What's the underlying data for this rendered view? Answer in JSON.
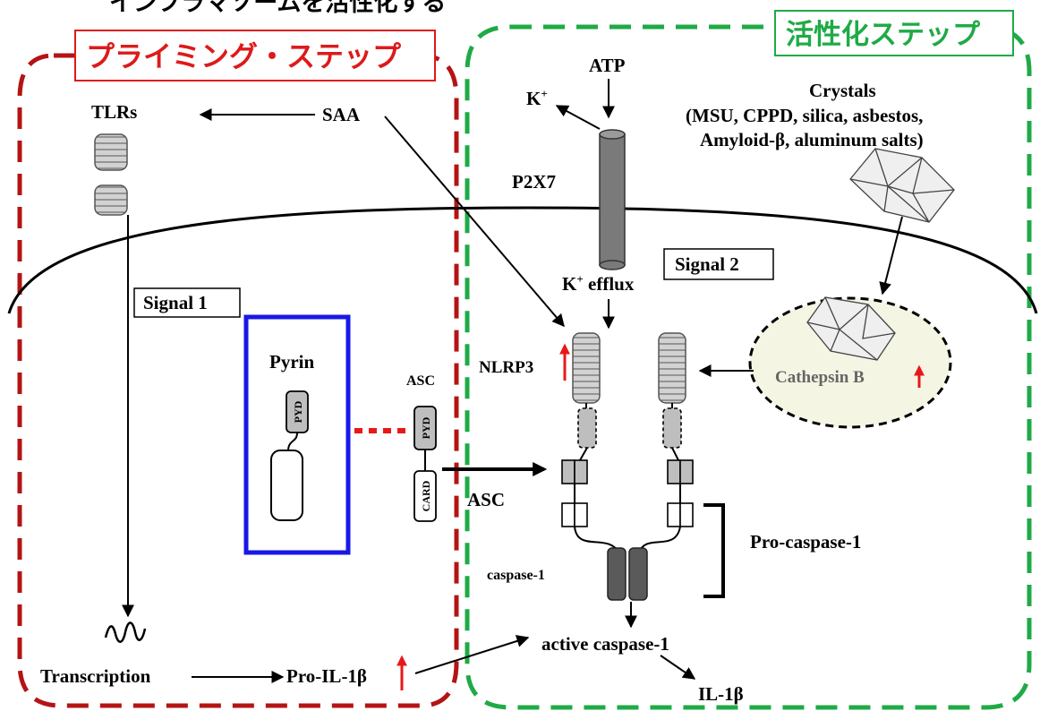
{
  "header": {
    "title_top": "インフラマソームを活性化する",
    "priming_step": "プライミング・ステップ",
    "activation_step": "活性化ステップ"
  },
  "labels": {
    "tlrs": "TLRs",
    "saa": "SAA",
    "atp": "ATP",
    "k": "K",
    "k_sup": "+",
    "k_efflux_k": "K",
    "k_efflux_sup": "+",
    "k_efflux_text": " efflux",
    "p2x7": "P2X7",
    "crystals_title": "Crystals",
    "crystals_line1": "(MSU, CPPD, silica, asbestos,",
    "crystals_line2": "Amyloid-β, aluminum salts)",
    "signal1": "Signal 1",
    "signal2": "Signal 2",
    "pyrin": "Pyrin",
    "pyd_pyrin": "PYD",
    "asc_small": "ASC",
    "pyd_asc": "PYD",
    "card_asc": "CARD",
    "nlrp3": "NLRP3",
    "cathepsin_b": "Cathepsin B",
    "asc_big": "ASC",
    "pro_caspase": "Pro-caspase-1",
    "caspase1": "caspase-1",
    "active_caspase": "active caspase-1",
    "il1b": "IL-1β",
    "transcription": "Transcription",
    "pro_il1b": "Pro-IL-1β"
  },
  "colors": {
    "priming_border": "#b41414",
    "activation_border": "#1faa46",
    "priming_title": "#dd1a1a",
    "activation_title": "#1faa46",
    "pyrin_box": "#1818e6",
    "pyrin_asc_link": "#e81818",
    "up_arrow": "#e81818",
    "receptor_fill": "#d2d2d2",
    "domain_fill": "#bebebe",
    "channel_fill": "#7a7a7a",
    "caspase_fill": "#5a5a5a",
    "vesicle_fill": "#f5f5e4",
    "cathepsin_text": "#666666"
  },
  "icons": {
    "up_arrow": "up-arrow-icon",
    "crystal": "crystal-icon",
    "receptor": "receptor-icon",
    "mrna": "mrna-wave-icon"
  }
}
